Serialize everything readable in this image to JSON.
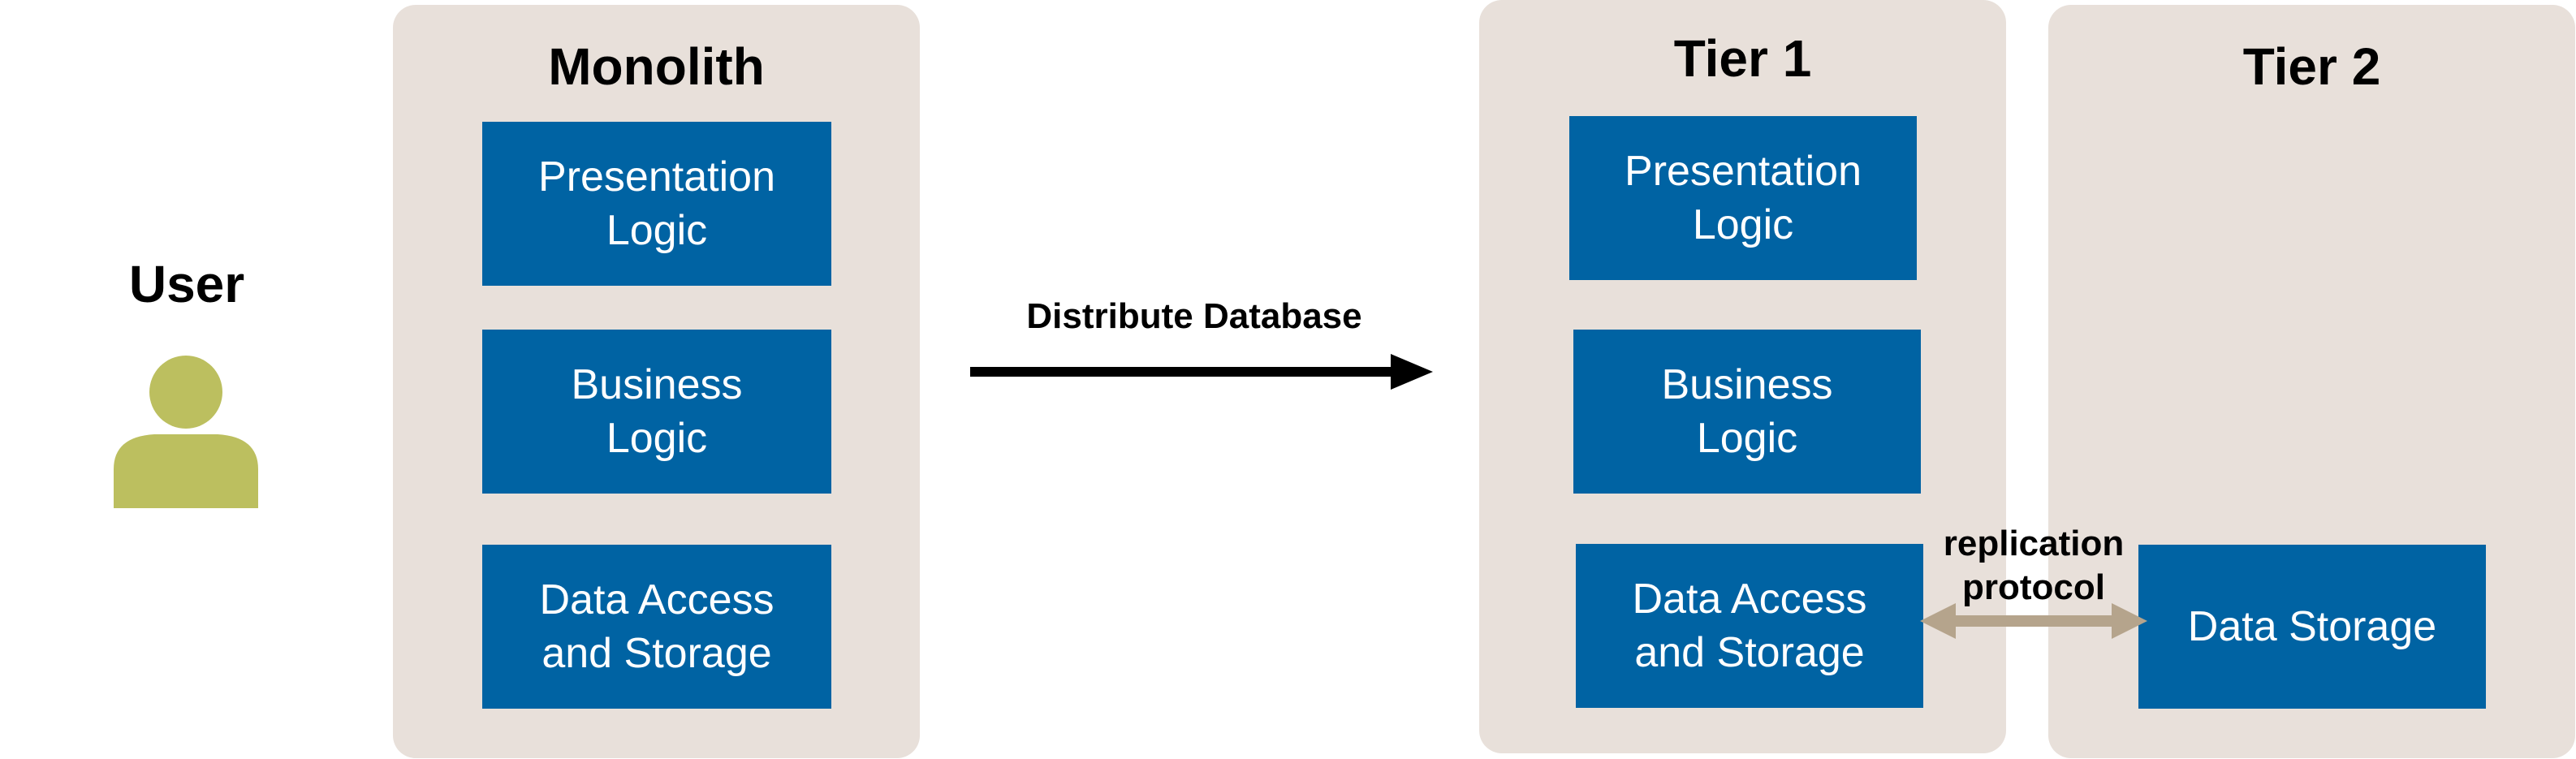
{
  "user": {
    "label": "User",
    "icon": "user-icon",
    "icon_color": "#bcbf5f"
  },
  "monolith": {
    "title": "Monolith",
    "blocks": [
      {
        "label": "Presentation\nLogic"
      },
      {
        "label": "Business\nLogic"
      },
      {
        "label": "Data Access\nand Storage"
      }
    ]
  },
  "transition": {
    "label": "Distribute Database",
    "arrow_color": "#000000"
  },
  "tier1": {
    "title": "Tier 1",
    "blocks": [
      {
        "label": "Presentation\nLogic"
      },
      {
        "label": "Business\nLogic"
      },
      {
        "label": "Data Access\nand Storage"
      }
    ]
  },
  "tier2": {
    "title": "Tier 2",
    "blocks": [
      {
        "label": "Data Storage"
      }
    ]
  },
  "replication": {
    "label": "replication\nprotocol",
    "arrow_color": "#b5a48c"
  },
  "colors": {
    "panel": "#e8e0da",
    "block": "#0063a3",
    "block_text": "#ffffff"
  }
}
